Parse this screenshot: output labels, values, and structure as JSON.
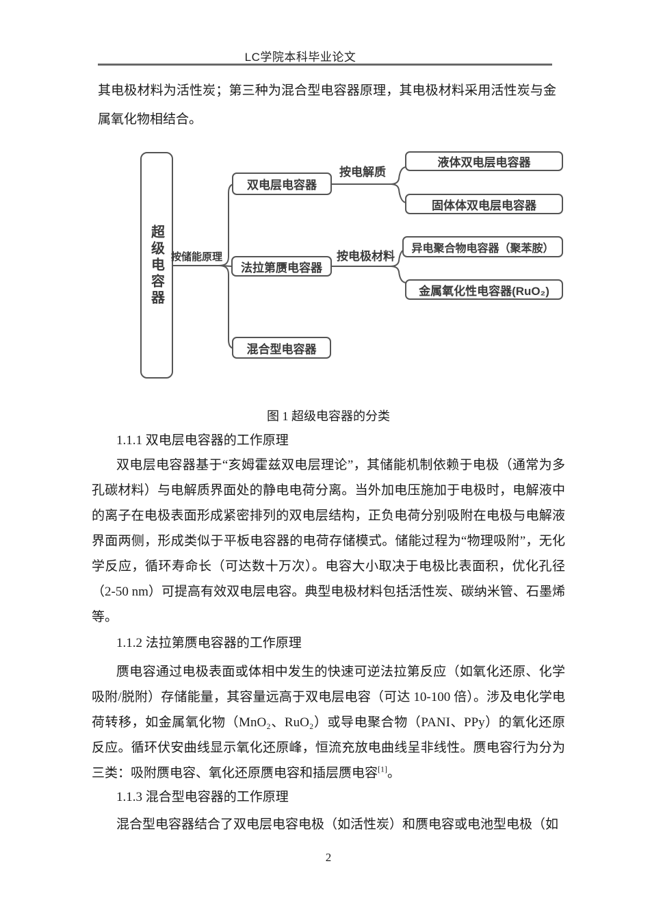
{
  "header": {
    "title": "LC学院本科毕业论文"
  },
  "paragraphs": {
    "intro": "其电极材料为活性炭；第三种为混合型电容器原理，其电极材料采用活性炭与金属氧化物相结合。",
    "s111_heading": "1.1.1 双电层电容器的工作原理",
    "s111_body": "双电层电容器基于“亥姆霍兹双电层理论”，其储能机制依赖于电极（通常为多孔碳材料）与电解质界面处的静电电荷分离。当外加电压施加于电极时，电解液中的离子在电极表面形成紧密排列的双电层结构，正负电荷分别吸附在电极与电解液界面两侧，形成类似于平板电容器的电荷存储模式。储能过程为“物理吸附”，无化学反应，循环寿命长（可达数十万次）。电容大小取决于电极比表面积，优化孔径（2-50 nm）可提高有效双电层电容。典型电极材料包括活性炭、碳纳米管、石墨烯等。",
    "s112_heading": "1.1.2 法拉第赝电容器的工作原理",
    "s112_body_main": "赝电容通过电极表面或体相中发生的快速可逆法拉第反应（如氧化还原、化学吸附/脱附）存储能量，其容量远高于双电层电容（可达 10-100 倍）。涉及电化学电荷转移，如金属氧化物（MnO₂、RuO₂）或导电聚合物（PANI、PPy）的氧化还原反应。循环伏安曲线显示氧化还原峰，恒流充放电曲线呈非线性。赝电容行为分为三类：吸附赝电容、氧化还原赝电容和插层赝电容",
    "s112_citation": "[1]",
    "s112_body_end": "。",
    "s113_heading": "1.1.3 混合型电容器的工作原理",
    "s113_body": "混合型电容器结合了双电层电容电极（如活性炭）和赝电容或电池型电极（如"
  },
  "figure": {
    "caption": "图 1 超级电容器的分类",
    "root": "超级电容器",
    "branch_labels": {
      "storage": "按储能原理",
      "electrolyte": "按电解质",
      "electrode": "按电极材料"
    },
    "level2": [
      "双电层电容器",
      "法拉第赝电容器",
      "混合型电容器"
    ],
    "level3": [
      "液体双电层电容器",
      "固体体双电层电容器",
      "异电聚合物电容器（聚苯胺）",
      "金属氧化性电容器(RuO₂)"
    ]
  },
  "footer": {
    "page_number": "2"
  }
}
